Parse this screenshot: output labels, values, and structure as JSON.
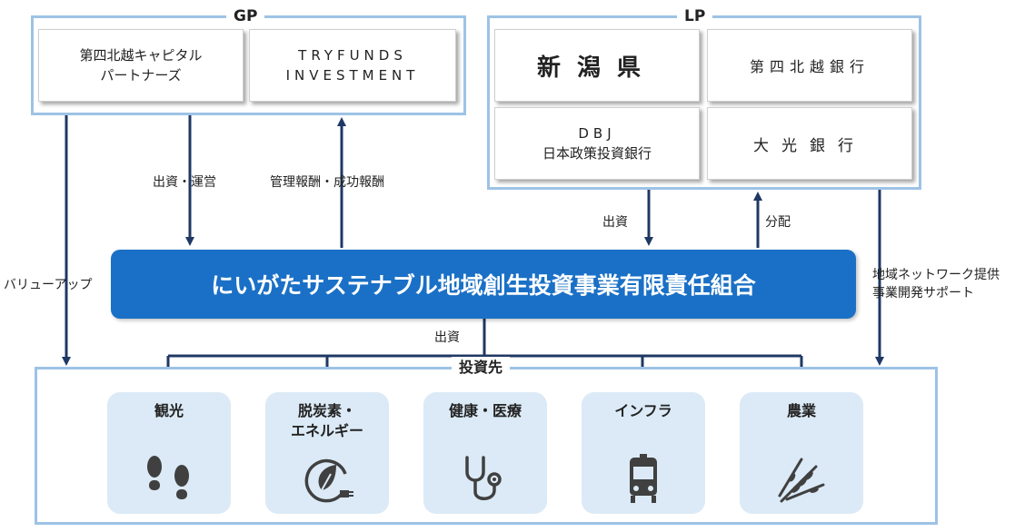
{
  "gp": {
    "label": "GP",
    "member1_line1": "第四北越キャピタル",
    "member1_line2": "パートナーズ",
    "member2_line1": "TRYFUNDS",
    "member2_line2": "INVESTMENT"
  },
  "lp": {
    "label": "LP",
    "members": [
      "新潟県",
      "第四北越銀行",
      "DBJ",
      "日本政策投資銀行",
      "大光銀行"
    ]
  },
  "flows": {
    "gp_invest_manage": "出資・運営",
    "management_fee": "管理報酬・成功報酬",
    "lp_invest": "出資",
    "distribution": "分配",
    "value_up": "バリューアップ",
    "network_line1": "地域ネットワーク提供",
    "network_line2": "事業開発サポート",
    "fund_invest": "出資"
  },
  "fund": {
    "name": "にいがたサステナブル地域創生投資事業有限責任組合"
  },
  "targets": {
    "label": "投資先",
    "categories": [
      {
        "title": "観光",
        "icon": "footprints-icon"
      },
      {
        "title_line1": "脱炭素・",
        "title_line2": "エネルギー",
        "icon": "eco-plug-icon"
      },
      {
        "title": "健康・医療",
        "icon": "stethoscope-icon"
      },
      {
        "title": "インフラ",
        "icon": "train-icon"
      },
      {
        "title": "農業",
        "icon": "wheat-icon"
      }
    ]
  },
  "colors": {
    "fund_blue": "#1a70c6",
    "frame_blue": "#9dc3e6",
    "arrow_navy": "#1f3864",
    "card_bg": "#dbeaf6"
  }
}
